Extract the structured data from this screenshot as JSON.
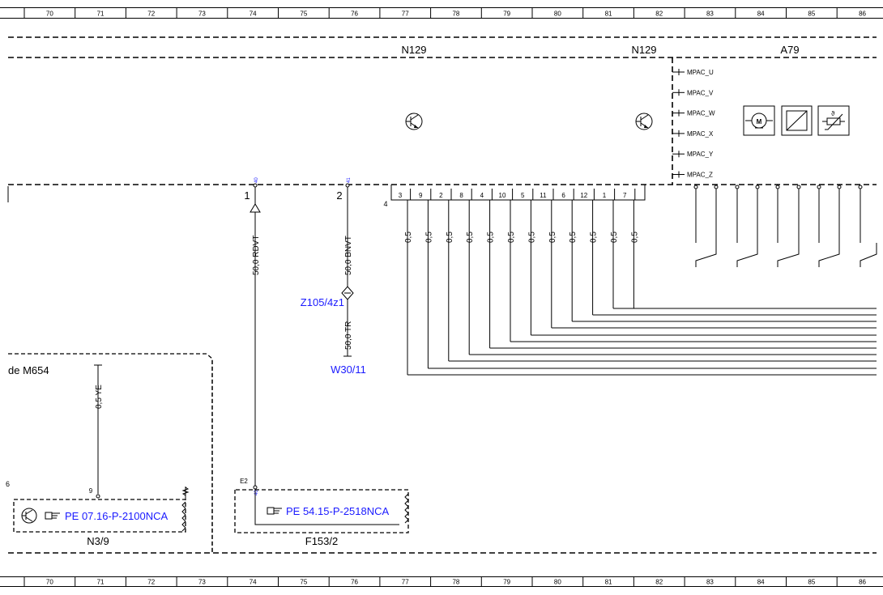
{
  "ruler": {
    "columns": [
      "70",
      "71",
      "72",
      "73",
      "74",
      "75",
      "76",
      "77",
      "78",
      "79",
      "80",
      "81",
      "82",
      "83",
      "84",
      "85",
      "86"
    ]
  },
  "components": {
    "n129_left": "N129",
    "n129_right": "N129",
    "a79": "A79",
    "n3_9": "N3/9",
    "f153_2": "F153/2",
    "side_module": "de M654",
    "left_edge_digit": "6"
  },
  "mpac_pins": [
    "MPAC_U",
    "MPAC_V",
    "MPAC_W",
    "MPAC_X",
    "MPAC_Y",
    "MPAC_Z"
  ],
  "connector_pins": {
    "pin1": "1",
    "pin2": "2",
    "pin4": "4",
    "pin40": "40",
    "pin41": "41",
    "pin9": "9",
    "pin40_lower": "40",
    "e2": "E2"
  },
  "block_pins": [
    "3",
    "9",
    "2",
    "8",
    "4",
    "10",
    "5",
    "11",
    "6",
    "12",
    "1",
    "7"
  ],
  "wires": {
    "rdvt": "50,0 RDVT",
    "bnvt": "50,0 BNVT",
    "tr": "50,0 TR",
    "ye": "0,5 YE",
    "bundle": [
      "0,5",
      "0,5",
      "0,5",
      "0,5",
      "0,5",
      "0,5",
      "0,5",
      "0,5",
      "0,5",
      "0,5",
      "0,5",
      "0,5"
    ]
  },
  "references": {
    "z105": "Z105/4z1",
    "w30": "W30/11",
    "pe_07": "PE 07.16-P-2100NCA",
    "pe_54": "PE 54.15-P-2518NCA"
  },
  "icons": {
    "transistor": "transistor-icon",
    "motor": "motor-icon",
    "converter": "converter-icon",
    "temp_sensor": "temperature-sensor-icon",
    "hand": "pointing-hand-icon"
  },
  "colors": {
    "line": "#000000",
    "reference": "#1a1aff"
  }
}
